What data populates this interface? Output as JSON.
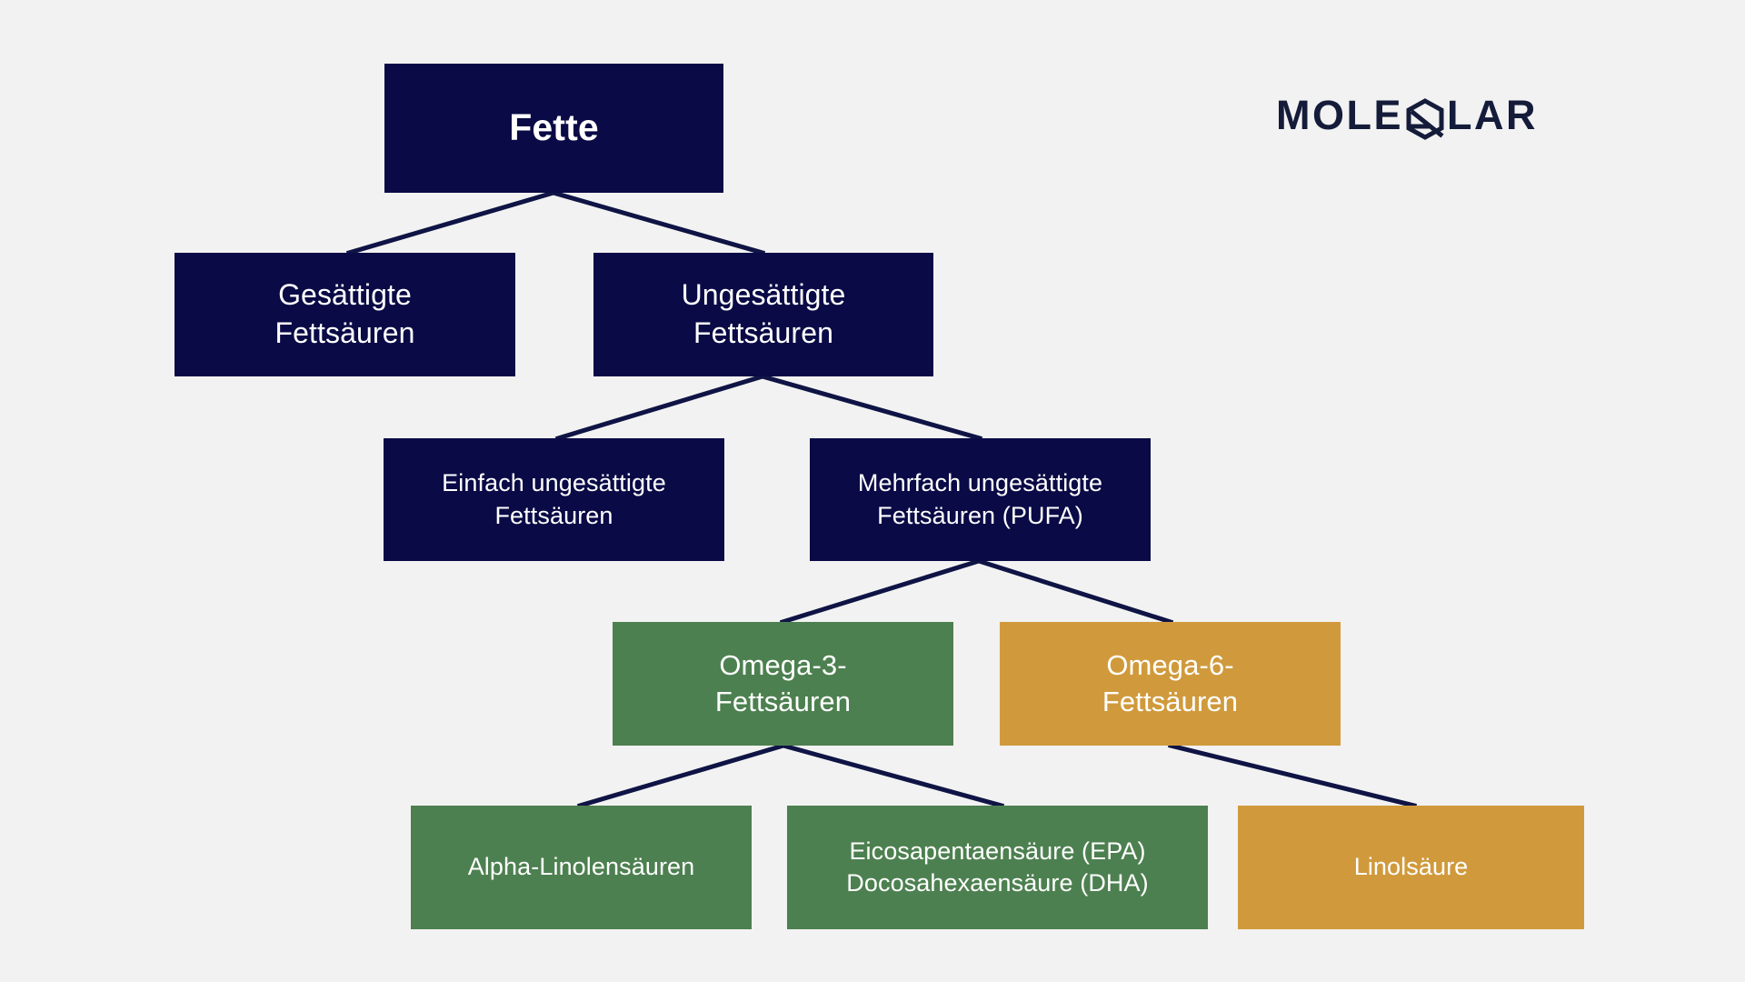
{
  "meta": {
    "background_color": "#f2f2f2",
    "navy": "#0a0a46",
    "green": "#4d8050",
    "gold": "#d09a3c",
    "text_color": "#ffffff",
    "edge_color": "#0f1445"
  },
  "brand": {
    "name": "MOLEQLAR",
    "text_before": "MOLE",
    "q_glyph": "hexagon-molecule-q-icon",
    "text_after": "LAR",
    "color": "#141c3a"
  },
  "diagram": {
    "type": "tree",
    "title": "Fette",
    "nodes": [
      {
        "id": "fette",
        "lines": [
          "Fette"
        ],
        "color": "#0a0a46",
        "level": 1
      },
      {
        "id": "gesaettigte",
        "lines": [
          "Gesättigte",
          "Fettsäuren"
        ],
        "color": "#0a0a46",
        "level": 2
      },
      {
        "id": "ungesaettigte",
        "lines": [
          "Ungesättigte",
          "Fettsäuren"
        ],
        "color": "#0a0a46",
        "level": 2
      },
      {
        "id": "einfach",
        "lines": [
          "Einfach ungesättigte",
          "Fettsäuren"
        ],
        "color": "#0a0a46",
        "level": 3
      },
      {
        "id": "mehrfach",
        "lines": [
          "Mehrfach ungesättigte",
          "Fettsäuren (PUFA)"
        ],
        "color": "#0a0a46",
        "level": 3
      },
      {
        "id": "omega3",
        "lines": [
          "Omega-3-",
          "Fettsäuren"
        ],
        "color": "#4d8050",
        "level": 4
      },
      {
        "id": "omega6",
        "lines": [
          "Omega-6-",
          "Fettsäuren"
        ],
        "color": "#d09a3c",
        "level": 4
      },
      {
        "id": "ala",
        "lines": [
          "Alpha-Linolensäuren"
        ],
        "color": "#4d8050",
        "level": 5
      },
      {
        "id": "epadha",
        "lines": [
          "Eicosapentaensäure (EPA)",
          "Docosahexaensäure (DHA)"
        ],
        "color": "#4d8050",
        "level": 5
      },
      {
        "id": "linolsaeure",
        "lines": [
          "Linolsäure"
        ],
        "color": "#d09a3c",
        "level": 5
      }
    ],
    "edges": [
      {
        "from": "fette",
        "to": "gesaettigte"
      },
      {
        "from": "fette",
        "to": "ungesaettigte"
      },
      {
        "from": "ungesaettigte",
        "to": "einfach"
      },
      {
        "from": "ungesaettigte",
        "to": "mehrfach"
      },
      {
        "from": "mehrfach",
        "to": "omega3"
      },
      {
        "from": "mehrfach",
        "to": "omega6"
      },
      {
        "from": "omega3",
        "to": "ala"
      },
      {
        "from": "omega3",
        "to": "epadha"
      },
      {
        "from": "omega6",
        "to": "linolsaeure"
      }
    ]
  }
}
